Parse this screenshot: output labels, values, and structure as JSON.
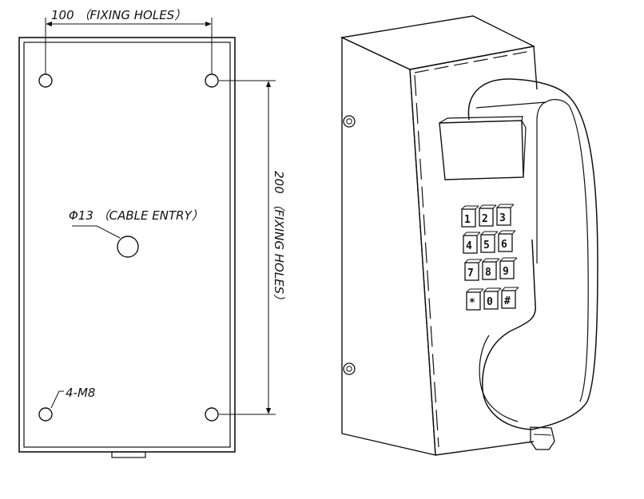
{
  "front_view": {
    "dim_width": "100 （FIXING HOLES）",
    "dim_height": "200 （FIXING HOLES）",
    "cable_entry": "Φ13 （CABLE ENTRY）",
    "mount_holes": "4-M8"
  },
  "keypad": {
    "keys": [
      "1",
      "2",
      "3",
      "4",
      "5",
      "6",
      "7",
      "8",
      "9",
      "*",
      "0",
      "#"
    ]
  },
  "colors": {
    "line": "#111111",
    "background": "#ffffff"
  }
}
